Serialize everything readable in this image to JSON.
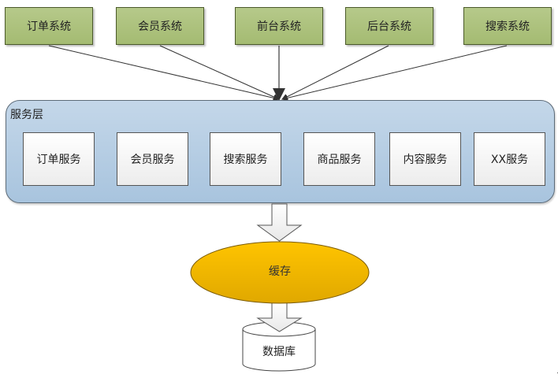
{
  "systems": [
    {
      "label": "订单系统"
    },
    {
      "label": "会员系统"
    },
    {
      "label": "前台系统"
    },
    {
      "label": "后台系统"
    },
    {
      "label": "搜索系统"
    }
  ],
  "service_layer": {
    "title": "服务层",
    "services": [
      {
        "label": "订单服务"
      },
      {
        "label": "会员服务"
      },
      {
        "label": "搜索服务"
      },
      {
        "label": "商品服务"
      },
      {
        "label": "内容服务"
      },
      {
        "label": "XX服务"
      }
    ]
  },
  "cache": {
    "label": "缓存"
  },
  "database": {
    "label": "数据库"
  },
  "colors": {
    "system_fill": "#aabf7b",
    "layer_fill": "#b8cfe5",
    "cache_fill": "#f5b800",
    "service_fill": "#f5f5f5"
  }
}
